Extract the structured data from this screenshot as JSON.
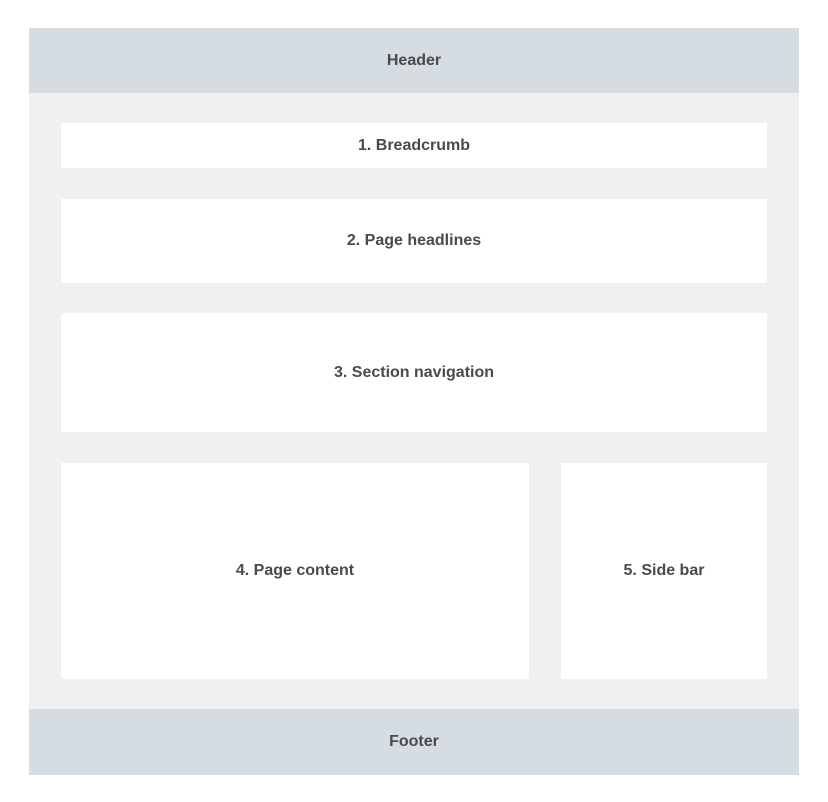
{
  "colors": {
    "page_background": "#ffffff",
    "bar_background": "#d5dce2",
    "body_background": "#eff0f1",
    "box_background": "#ffffff",
    "label_text": "#4a4a4a"
  },
  "regions": {
    "header": {
      "label": "Header"
    },
    "breadcrumb": {
      "label": "1. Breadcrumb"
    },
    "page_headlines": {
      "label": "2. Page headlines"
    },
    "section_navigation": {
      "label": "3. Section navigation"
    },
    "page_content": {
      "label": "4. Page content"
    },
    "side_bar": {
      "label": "5. Side bar"
    },
    "footer": {
      "label": "Footer"
    }
  }
}
